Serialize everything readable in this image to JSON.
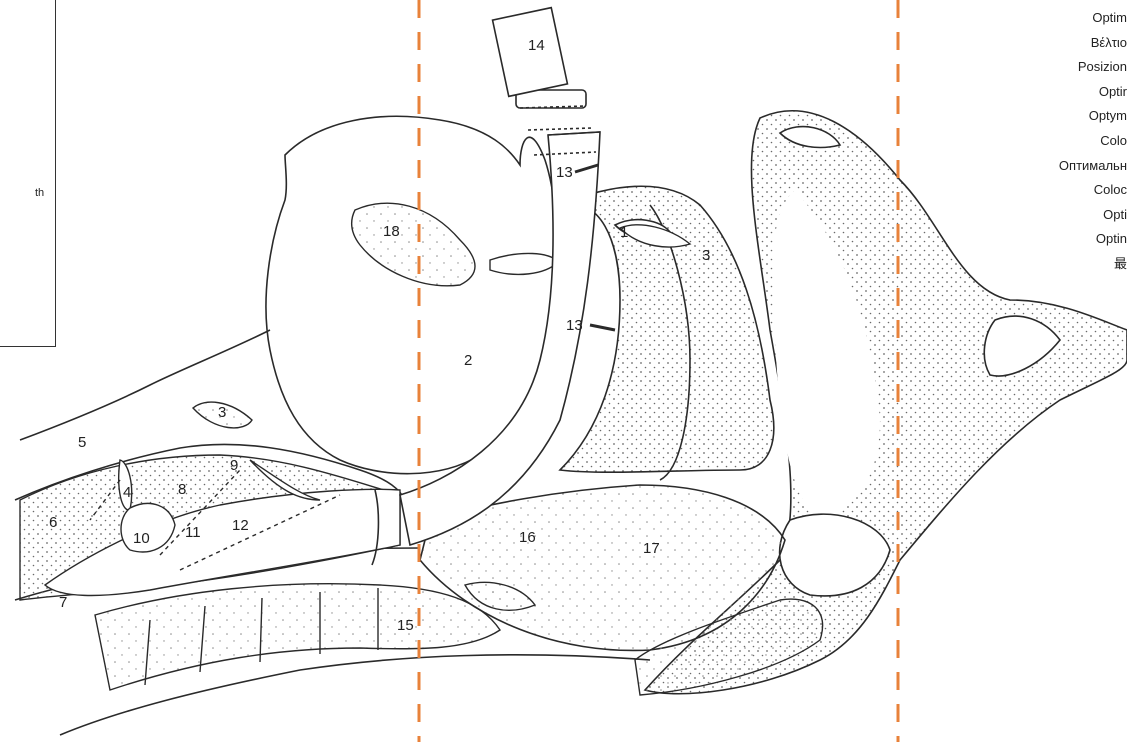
{
  "legend_fragment": "th",
  "languages": [
    "Optim",
    "Βέλτιο",
    "Posizion",
    "Optir",
    "Optym",
    "Colo",
    "Оптимальн",
    "Coloc",
    "Opti",
    "Optin",
    "最"
  ],
  "labels": [
    "14",
    "13",
    "13",
    "18",
    "1",
    "2",
    "3",
    "5",
    "4",
    "8",
    "9",
    "6",
    "10",
    "11",
    "12",
    "7",
    "16",
    "17",
    "15",
    "3"
  ],
  "colors": {
    "cut_line": "#e8823a",
    "ink": "#2a2a2a",
    "stipple": "#6a6a6a"
  }
}
